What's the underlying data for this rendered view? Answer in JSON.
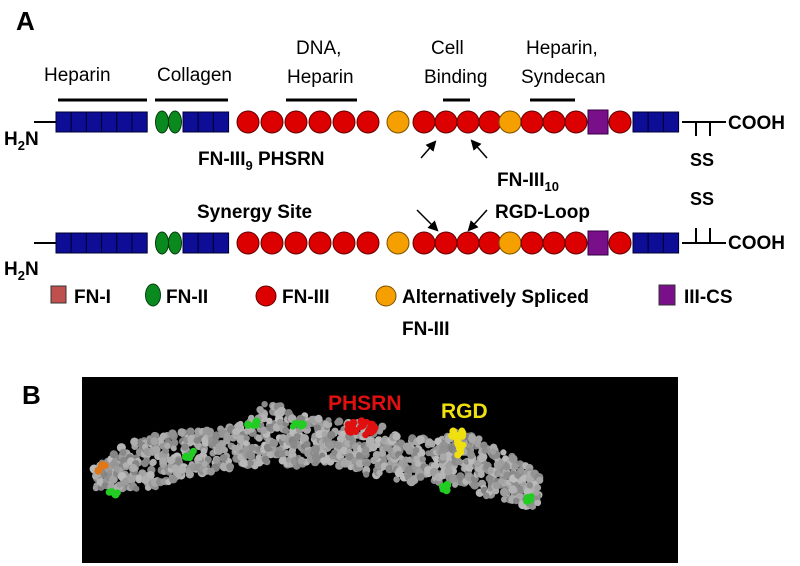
{
  "panel_a": {
    "label": "A",
    "region_labels": {
      "heparin": "Heparin",
      "collagen": "Collagen",
      "dna_heparin_1": "DNA,",
      "dna_heparin_2": "Heparin",
      "cell_binding_1": "Cell",
      "cell_binding_2": "Binding",
      "heparin_syndecan_1": "Heparin,",
      "heparin_syndecan_2": "Syndecan"
    },
    "n_terminus": {
      "h": "H",
      "sub": "2",
      "n": "N"
    },
    "c_terminus": "COOH",
    "disulfide_1": "SS",
    "disulfide_2": "SS",
    "annotations": {
      "fn3_9_pre": "FN-III",
      "fn3_9_sub": "9",
      "phsrn": " PHSRN",
      "fn3_10_pre": "FN-III",
      "fn3_10_sub": "10",
      "synergy_site": "Synergy Site",
      "rgd_loop": "RGD-Loop"
    },
    "legend": {
      "fn1": "FN-I",
      "fn2": "FN-II",
      "fn3": "FN-III",
      "alt_spliced_1": "Alternatively Spliced",
      "alt_spliced_2": "FN-III",
      "iiics": "III-CS"
    },
    "colors": {
      "fn1": "#0d0d96",
      "fn1_legend": "#c0504d",
      "fn2": "#0a8a1e",
      "fn3": "#dd0000",
      "alt_spliced": "#f5a000",
      "iiics": "#7a0f8a"
    }
  },
  "panel_b": {
    "label": "B",
    "phsrn_label": "PHSRN",
    "rgd_label": "RGD",
    "colors": {
      "background": "#000000",
      "protein": "#9a9a9a",
      "phsrn": "#e01010",
      "rgd": "#f0e010",
      "glycan": "#22cc22",
      "terminus": "#e07818"
    }
  }
}
